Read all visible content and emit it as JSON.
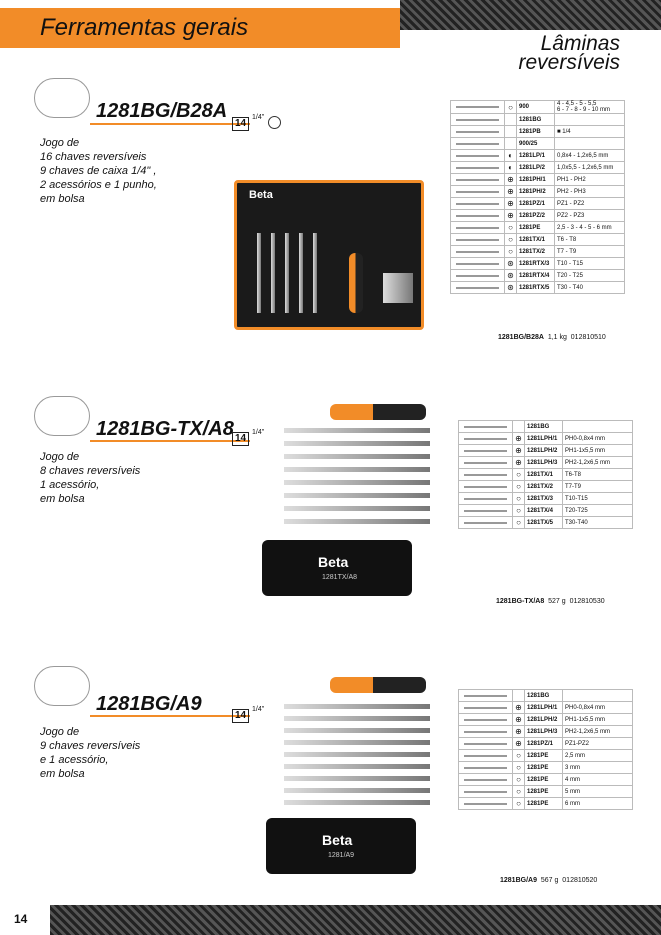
{
  "header": {
    "title": "Ferramentas gerais",
    "subtitle": "Lâminas reversíveis"
  },
  "page_number": "14",
  "icons": {
    "moto": "motorbike-rider-icon",
    "weight": "weight-icon",
    "barcode": "barcode-icon",
    "hex": "hex-socket-icon"
  },
  "products": [
    {
      "code": "1281BG/B28A",
      "badge": "14",
      "badge_sup": "1/4\"",
      "description": [
        "Jogo de",
        "16 chaves reversíveis",
        "9  chaves de caixa 1/4\" ,",
        "2 acessórios e  1 punho,",
        "em bolsa"
      ],
      "rows": [
        {
          "icon": "○",
          "code": "900",
          "desc": "4 - 4,5 - 5 - 5,5\n6 - 7 - 8 - 9 - 10 mm"
        },
        {
          "icon": "",
          "code": "1281BG",
          "desc": ""
        },
        {
          "icon": "",
          "code": "1281PB",
          "desc": "■ 1/4"
        },
        {
          "icon": "",
          "code": "900/25",
          "desc": ""
        },
        {
          "icon": "◐",
          "code": "1281LP/1",
          "desc": "0,8x4 - 1,2x6,5 mm"
        },
        {
          "icon": "◐",
          "code": "1281LP/2",
          "desc": "1,0x5,5 - 1,2x6,5 mm"
        },
        {
          "icon": "⊕",
          "code": "1281PH/1",
          "desc": "PH1 - PH2"
        },
        {
          "icon": "⊕",
          "code": "1281PH/2",
          "desc": "PH2 - PH3"
        },
        {
          "icon": "⊕",
          "code": "1281PZ/1",
          "desc": "PZ1 - PZ2"
        },
        {
          "icon": "⊕",
          "code": "1281PZ/2",
          "desc": "PZ2 - PZ3"
        },
        {
          "icon": "○",
          "code": "1281PE",
          "desc": "2,5 - 3 - 4 - 5 - 6 mm"
        },
        {
          "icon": "○",
          "code": "1281TX/1",
          "desc": "T6 - T8"
        },
        {
          "icon": "○",
          "code": "1281TX/2",
          "desc": "T7 - T9"
        },
        {
          "icon": "⊛",
          "code": "1281RTX/3",
          "desc": "T10 - T15"
        },
        {
          "icon": "⊛",
          "code": "1281RTX/4",
          "desc": "T20 - T25"
        },
        {
          "icon": "⊛",
          "code": "1281RTX/5",
          "desc": "T30 - T40"
        }
      ],
      "footer": {
        "code": "1281BG/B28A",
        "weight": "1,1 kg",
        "ean": "012810510"
      }
    },
    {
      "code": "1281BG-TX/A8",
      "badge": "14",
      "badge_sup": "1/4\"",
      "description": [
        "Jogo de",
        "8 chaves reversíveis",
        "1 acessório,",
        "em bolsa"
      ],
      "rows": [
        {
          "icon": "",
          "code": "1281BG",
          "desc": ""
        },
        {
          "icon": "⊕",
          "code": "1281LPH/1",
          "desc": "PH0-0,8x4 mm"
        },
        {
          "icon": "⊕",
          "code": "1281LPH/2",
          "desc": "PH1-1x5,5 mm"
        },
        {
          "icon": "⊕",
          "code": "1281LPH/3",
          "desc": "PH2-1,2x6,5 mm"
        },
        {
          "icon": "○",
          "code": "1281TX/1",
          "desc": "T6-T8"
        },
        {
          "icon": "○",
          "code": "1281TX/2",
          "desc": "T7-T9"
        },
        {
          "icon": "○",
          "code": "1281TX/3",
          "desc": "T10-T15"
        },
        {
          "icon": "○",
          "code": "1281TX/4",
          "desc": "T20-T25"
        },
        {
          "icon": "○",
          "code": "1281TX/5",
          "desc": "T30-T40"
        }
      ],
      "footer": {
        "code": "1281BG-TX/A8",
        "weight": "527 g",
        "ean": "012810530"
      },
      "bag_label": "1281TX/A8"
    },
    {
      "code": "1281BG/A9",
      "badge": "14",
      "badge_sup": "1/4\"",
      "description": [
        "Jogo de",
        "9 chaves reversíveis",
        "e 1 acessório,",
        "em bolsa"
      ],
      "rows": [
        {
          "icon": "",
          "code": "1281BG",
          "desc": ""
        },
        {
          "icon": "⊕",
          "code": "1281LPH/1",
          "desc": "PH0-0,8x4 mm"
        },
        {
          "icon": "⊕",
          "code": "1281LPH/2",
          "desc": "PH1-1x5,5 mm"
        },
        {
          "icon": "⊕",
          "code": "1281LPH/3",
          "desc": "PH2-1,2x6,5 mm"
        },
        {
          "icon": "⊕",
          "code": "1281PZ/1",
          "desc": "PZ1-PZ2"
        },
        {
          "icon": "○",
          "code": "1281PE",
          "desc": "2,5 mm"
        },
        {
          "icon": "○",
          "code": "1281PE",
          "desc": "3 mm"
        },
        {
          "icon": "○",
          "code": "1281PE",
          "desc": "4 mm"
        },
        {
          "icon": "○",
          "code": "1281PE",
          "desc": "5 mm"
        },
        {
          "icon": "○",
          "code": "1281PE",
          "desc": "6 mm"
        }
      ],
      "footer": {
        "code": "1281BG/A9",
        "weight": "567 g",
        "ean": "012810520"
      },
      "bag_label": "1281/A9"
    }
  ],
  "brand": "Beta"
}
